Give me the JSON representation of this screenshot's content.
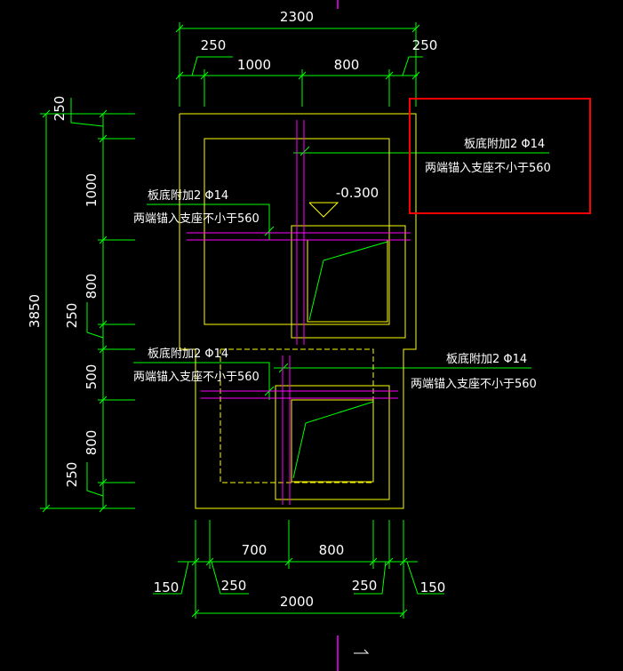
{
  "dimensions": {
    "top_total": "2300",
    "top_left_offset": "250",
    "top_right_offset": "250",
    "top_seg_1": "1000",
    "top_seg_2": "800",
    "left_total": "3850",
    "left_seg_1": "250",
    "left_seg_2": "1000",
    "left_seg_3": "800",
    "left_seg_4": "250",
    "left_seg_5": "500",
    "left_seg_6": "800",
    "left_seg_7": "250",
    "bottom_seg_1": "700",
    "bottom_seg_2": "800",
    "bottom_left_outer": "150",
    "bottom_left_inner": "250",
    "bottom_right_inner": "250",
    "bottom_right_outer": "150",
    "bottom_total": "2000"
  },
  "level_mark": "-0.300",
  "rebar_notes": {
    "line1": "板底附加2 Φ14",
    "line2": "两端锚入支座不小于560"
  },
  "colors": {
    "background": "#000000",
    "dimension": "#00ff00",
    "outline": "#ffff00",
    "rebar": "#ff00ff",
    "highlight": "#ff0000",
    "text": "#ffffff"
  }
}
